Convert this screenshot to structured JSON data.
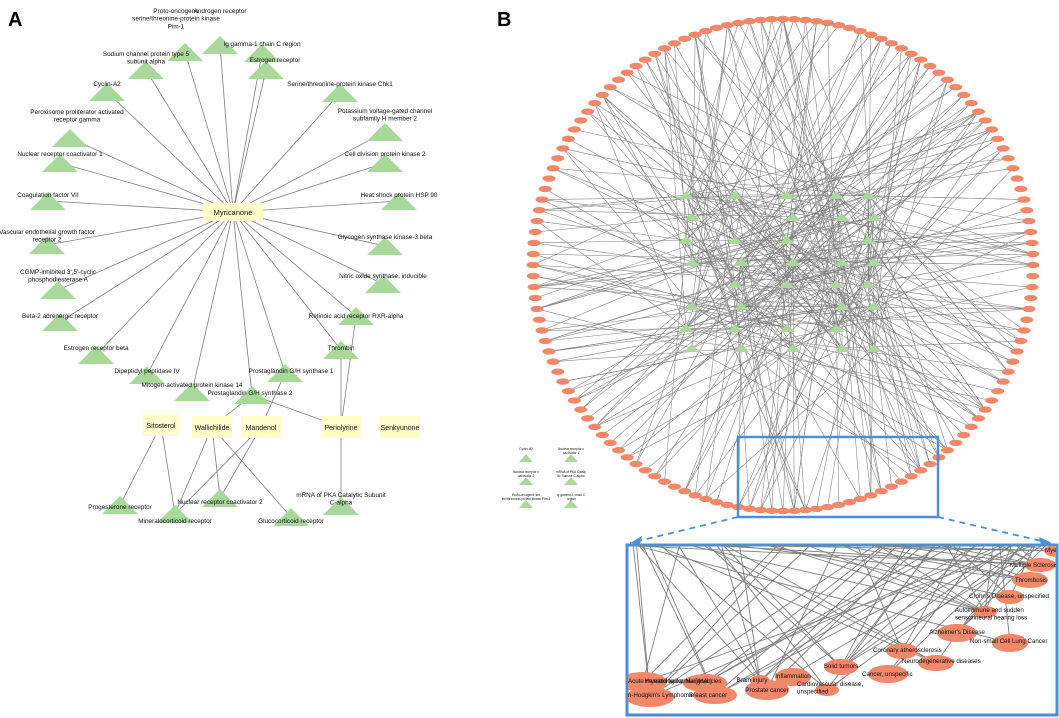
{
  "panel_a": {
    "letter": "A",
    "hub": "Myricanone",
    "targets": [
      "Proto-oncogene serine/threonine-protein kinase Pim-1",
      "Androgen receptor",
      "Ig gamma-1 chain C region",
      "Sodium channel protein type 5 subunit alpha",
      "Estrogen receptor",
      "Cyclin-A2",
      "Serine/threonine-protein kinase Chk1",
      "Peroxisome proliferator activated receptor gamma",
      "Potassium voltage-gated channel subfamily H member 2",
      "Nuclear receptor coactivator 1",
      "Cell division protein kinase 2",
      "Coagulation factor VII",
      "Heat shock protein HSP 90",
      "Vascular endothelial growth factor receptor 2",
      "Glycogen synthase kinase-3 beta",
      "CGMP-inhibited 3',5'-cyclic phosphodiesterase A",
      "Nitric oxide synthase, inducible",
      "Beta-2 adrenergic receptor",
      "Retinoic acid receptor RXR-alpha",
      "Estrogen receptor beta",
      "Thrombin",
      "Dipeptidyl peptidase IV",
      "Prostaglandin G/H synthase 1",
      "Mitogen-activated protein kinase 14",
      "Prostaglandin G/H synthase 2"
    ],
    "compounds": [
      "Sitosterol",
      "Wallichilide",
      "Mandenol",
      "Periolyrine",
      "Senkyunone"
    ],
    "lower_targets": [
      "Progesterone receptor",
      "Nuclear receptor coactivator 2",
      "Mineralocorticoid receptor",
      "Glucocorticoid receptor",
      "mRNA of PKA Catalytic Subunit C-alpha"
    ]
  },
  "panel_b": {
    "letter": "B",
    "legend_nodes": [
      "Cyclin-A2",
      "Nuclear receptor coactivator 1",
      "Nuclear receptor coactivator 2",
      "mRNA of PKA Catalytic Subunit C-alpha",
      "Proto-oncogene serine/threonine-protein kinase Pim-1",
      "Ig gamma-1 chain C region"
    ],
    "inset_diseases": [
      "Myeloma",
      "Multiple Sclerosis",
      "Thrombosis",
      "Crohn's Disease, unspecified",
      "Autoimmune and sudden sensorineural hearing loss",
      "Alzheimer's Disease",
      "Non-small Cell Lung Cancer",
      "Coronary atherosclerosis",
      "Neurodegenerative diseases",
      "Solid tumors",
      "Cancer, unspecific",
      "Inflammation",
      "Cardiovascular disease, unspecified",
      "Prostate cancer",
      "Brain injury",
      "Hematological Malignancies",
      "Breast cancer",
      "Acute myeloid leukemia (AML)",
      "Non-Hodgkin's Lymphoma"
    ]
  },
  "colors": {
    "target": "#a8d89a",
    "compound": "#ffffcc",
    "disease": "#f2876a",
    "edge": "#808080",
    "highlight": "#4a90d9"
  }
}
